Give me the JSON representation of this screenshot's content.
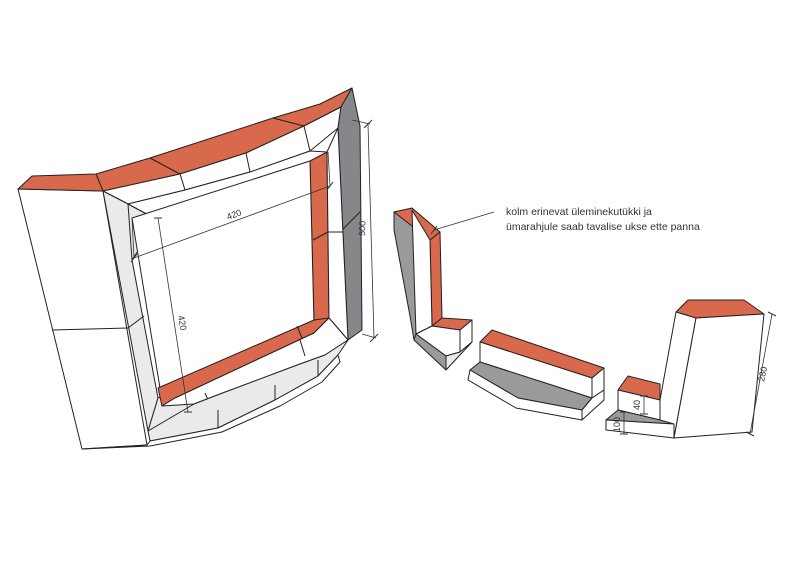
{
  "annotation": {
    "line1": "kolm erinevat üleminekutükki ja",
    "line2": "ümarahjule saab tavalise ukse ette panna"
  },
  "dimensions": {
    "opening_width": "420",
    "opening_height": "420",
    "frame_height": "500",
    "piece_step": "40",
    "piece_base": "100",
    "piece_height": "280"
  },
  "colors": {
    "brick": "#d9694c",
    "white": "#ffffff",
    "light_grey": "#eaeaea",
    "dark_grey": "#9a9a9c"
  }
}
